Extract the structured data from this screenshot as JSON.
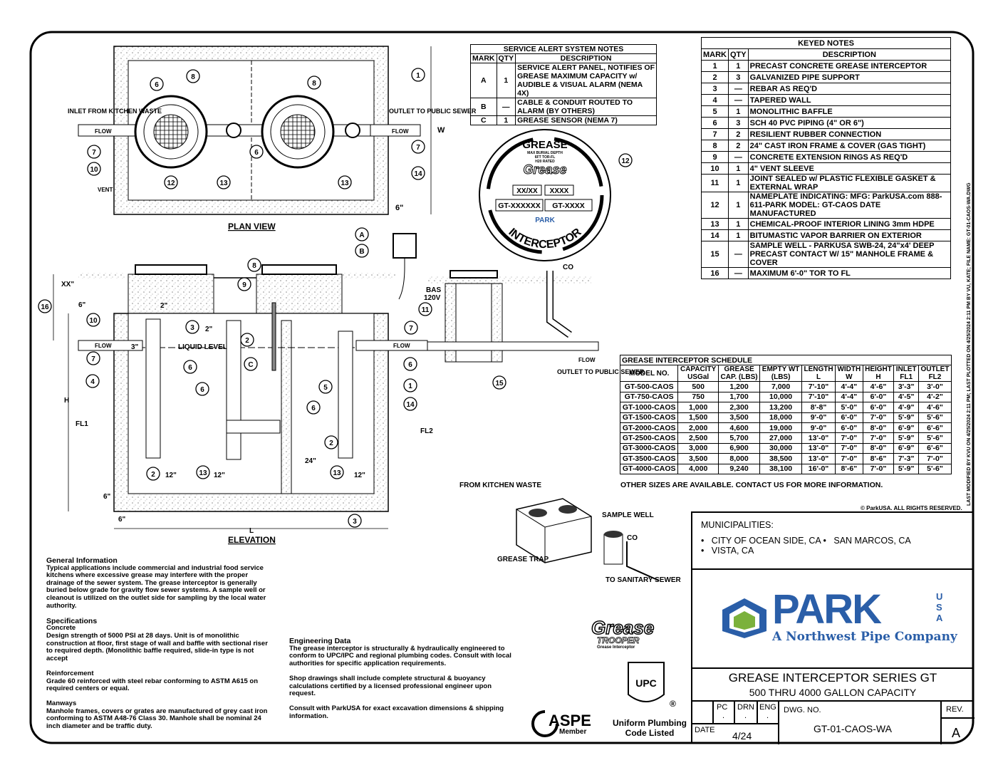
{
  "keyed_notes": {
    "title": "KEYED NOTES",
    "headers": [
      "MARK",
      "QTY",
      "DESCRIPTION"
    ],
    "rows": [
      [
        "1",
        "1",
        "PRECAST CONCRETE GREASE INTERCEPTOR"
      ],
      [
        "2",
        "3",
        "GALVANIZED PIPE SUPPORT"
      ],
      [
        "3",
        "—",
        "REBAR AS REQ'D"
      ],
      [
        "4",
        "—",
        "TAPERED WALL"
      ],
      [
        "5",
        "1",
        "MONOLITHIC BAFFLE"
      ],
      [
        "6",
        "3",
        "SCH 40 PVC PIPING (4\" OR 6\")"
      ],
      [
        "7",
        "2",
        "RESILIENT RUBBER CONNECTION"
      ],
      [
        "8",
        "2",
        "24\" CAST IRON FRAME & COVER (GAS TIGHT)"
      ],
      [
        "9",
        "—",
        "CONCRETE EXTENSION RINGS AS REQ'D"
      ],
      [
        "10",
        "1",
        "4\" VENT SLEEVE"
      ],
      [
        "11",
        "1",
        "JOINT SEALED w/ PLASTIC FLEXIBLE GASKET & EXTERNAL WRAP"
      ],
      [
        "12",
        "1",
        "NAMEPLATE INDICATING: MFG: ParkUSA.com 888-611-PARK MODEL: GT-CAOS DATE MANUFACTURED"
      ],
      [
        "13",
        "1",
        "CHEMICAL-PROOF INTERIOR LINING 3mm HDPE"
      ],
      [
        "14",
        "1",
        "BITUMASTIC VAPOR BARRIER ON EXTERIOR"
      ],
      [
        "15",
        "—",
        "SAMPLE WELL - PARKUSA SWB-24, 24\"x4' DEEP PRECAST CONTACT W/ 15\" MANHOLE FRAME & COVER"
      ],
      [
        "16",
        "—",
        "MAXIMUM 6'-0\" TOR TO FL"
      ]
    ]
  },
  "service_alert": {
    "title": "SERVICE ALERT SYSTEM NOTES",
    "headers": [
      "MARK",
      "QTY",
      "DESCRIPTION"
    ],
    "rows": [
      [
        "A",
        "1",
        "SERVICE ALERT PANEL, NOTIFIES OF GREASE MAXIMUM CAPACITY w/ AUDIBLE & VISUAL ALARM (NEMA 4X)"
      ],
      [
        "B",
        "—",
        "CABLE & CONDUIT ROUTED TO ALARM (BY OTHERS)"
      ],
      [
        "C",
        "1",
        "GREASE SENSOR (NEMA 7)"
      ]
    ]
  },
  "schedule": {
    "title": "GREASE INTERCEPTOR SCHEDULE",
    "headers": [
      [
        "MODEL NO.",
        ""
      ],
      [
        "CAPACITY",
        "USGal"
      ],
      [
        "GREASE",
        "CAP. (LBS)"
      ],
      [
        "EMPTY WT",
        "(LBS)"
      ],
      [
        "LENGTH",
        "L"
      ],
      [
        "WIDTH",
        "W"
      ],
      [
        "HEIGHT",
        "H"
      ],
      [
        "INLET",
        "FL1"
      ],
      [
        "OUTLET",
        "FL2"
      ]
    ],
    "rows": [
      [
        "GT-500-CAOS",
        "500",
        "1,200",
        "7,000",
        "7'-10\"",
        "4'-4\"",
        "4'-6\"",
        "3'-3\"",
        "3'-0\""
      ],
      [
        "GT-750-CAOS",
        "750",
        "1,700",
        "10,000",
        "7'-10\"",
        "4'-4\"",
        "6'-0\"",
        "4'-5\"",
        "4'-2\""
      ],
      [
        "GT-1000-CAOS",
        "1,000",
        "2,300",
        "13,200",
        "8'-8\"",
        "5'-0\"",
        "6'-0\"",
        "4'-9\"",
        "4'-6\""
      ],
      [
        "GT-1500-CAOS",
        "1,500",
        "3,500",
        "18,000",
        "9'-0\"",
        "6'-0\"",
        "7'-0\"",
        "5'-9\"",
        "5'-6\""
      ],
      [
        "GT-2000-CAOS",
        "2,000",
        "4,600",
        "19,000",
        "9'-0\"",
        "6'-0\"",
        "8'-0\"",
        "6'-9\"",
        "6'-6\""
      ],
      [
        "GT-2500-CAOS",
        "2,500",
        "5,700",
        "27,000",
        "13'-0\"",
        "7'-0\"",
        "7'-0\"",
        "5'-9\"",
        "5'-6\""
      ],
      [
        "GT-3000-CAOS",
        "3,000",
        "6,900",
        "30,000",
        "13'-0\"",
        "7'-0\"",
        "8'-0\"",
        "6'-9\"",
        "6'-6\""
      ],
      [
        "GT-3500-CAOS",
        "3,500",
        "8,000",
        "38,500",
        "13'-0\"",
        "7'-0\"",
        "8'-6\"",
        "7'-3\"",
        "7'-0\""
      ],
      [
        "GT-4000-CAOS",
        "4,000",
        "9,240",
        "38,100",
        "16'-0\"",
        "8'-6\"",
        "7'-0\"",
        "5'-9\"",
        "5'-6\""
      ]
    ],
    "footnote": "OTHER SIZES ARE AVAILABLE. CONTACT US FOR MORE INFORMATION."
  },
  "copyright": "© ParkUSA. ALL RIGHTS RESERVED.",
  "side_note": "LAST MODIFIED BY KVU ON 4/25/2024 2:11 PM; LAST PLOTTED ON 4/25/2024 2:11 PM BY VU, KATE; FILE NAME: GT-01-CAOS-WA.DWG",
  "plan": {
    "title": "PLAN VIEW",
    "inlet": "INLET FROM KITCHEN WASTE",
    "outlet": "OUTLET TO PUBLIC SEWER",
    "vent": "VENT",
    "w": "W",
    "dim6": "6\"",
    "flow": "FLOW",
    "callouts": [
      "1",
      "6",
      "8",
      "8",
      "6",
      "7",
      "7",
      "10",
      "12",
      "13",
      "13",
      "14"
    ]
  },
  "nameplate": {
    "top": "GREASE",
    "bottom": "INTERCEPTOR",
    "lines": [
      "MAX BURIAL DEPTH",
      "6FT TOR-FL",
      "H20 RATED"
    ],
    "date": "XX/XX",
    "capacity": "XXXX",
    "serial": "GT-XXXXXX",
    "model": "GT-XXXX",
    "callout": "12"
  },
  "alarm": {
    "a": "A",
    "b": "B",
    "bas": "BAS",
    "volt": "120V"
  },
  "elevation": {
    "title": "ELEVATION",
    "liquid_level": "LIQUID LEVEL",
    "xx": "XX\"",
    "h": "H",
    "fl1": "FL1",
    "fl2": "FL2",
    "l": "L",
    "d6a": "6\"",
    "d2a": "2\"",
    "d2b": "2\"",
    "d3": "3\"",
    "d24": "24\"",
    "d12a": "12\"",
    "d12b": "12\"",
    "d12c": "12\"",
    "d6b": "6\"",
    "d6c": "6\"",
    "flow": "FLOW",
    "callouts": [
      "8",
      "9",
      "16",
      "10",
      "11",
      "3",
      "2",
      "7",
      "7",
      "6",
      "C",
      "4",
      "6",
      "1",
      "5",
      "6",
      "6",
      "14",
      "2",
      "13",
      "2",
      "13",
      "3"
    ]
  },
  "sample_well": {
    "co": "CO",
    "outlet": "OUTLET TO PUBLIC SEWER",
    "flow": "FLOW",
    "callout": "15"
  },
  "iso": {
    "from": "FROM KITCHEN WASTE",
    "sample": "SAMPLE WELL",
    "co": "CO",
    "trap": "GREASE TRAP",
    "to": "TO SANITARY SEWER"
  },
  "notes": {
    "gen_h": "General Information",
    "gen": "Typical applications include commercial and industrial food service kitchens where excessive grease may interfere with the proper drainage of the sewer system. The grease interceptor is generally buried below grade for gravity flow sewer systems. A sample well or cleanout is utilized on the outlet side for sampling by the local water authority.",
    "spec_h": "Specifications",
    "conc_h": "Concrete",
    "conc": "Design strength of 5000 PSI at 28 days. Unit is of monolithic construction at floor, first stage of wall and baffle with sectional riser to required depth. (Monolithic baffle required, slide-in type is not accept",
    "reinf_h": "Reinforcement",
    "reinf": "Grade 60 reinforced with steel rebar conforming to ASTM A615 on required centers or equal.",
    "man_h": "Manways",
    "man": "Manhole frames, covers or grates are manufactured of grey cast iron conforming to ASTM A48-76 Class 30. Manhole shall be nominal 24 inch diameter and be traffic duty.",
    "eng_h": "Engineering Data",
    "eng1": "The grease interceptor is structurally & hydraulically engineered to conform to UPC/IPC and regional plumbing codes. Consult with local authorities for specific application requirements.",
    "eng2": "Shop drawings shall include complete structural & buoyancy calculations certified by a licensed professional engineer upon request.",
    "eng3": "Consult with ParkUSA for exact excavation dimensions & shipping information."
  },
  "logos": {
    "grease": "Grease",
    "trooper": "TROOPER",
    "interceptor": "Grease Interceptor",
    "aspe": "ASPE",
    "aspe_member": "Member",
    "upc": "UPC",
    "upc1": "Uniform Plumbing",
    "upc2": "Code Listed"
  },
  "title_block": {
    "muni_label": "MUNICIPALITIES:",
    "munis": [
      "CITY OF OCEAN SIDE, CA",
      "SAN MARCOS, CA",
      "VISTA, CA"
    ],
    "park": "PARK",
    "usa": "USA",
    "tagline": "A Northwest Pipe Company",
    "brand_blue": "#2a5ea8",
    "brand_green": "#7bb13c",
    "title1": "GREASE INTERCEPTOR SERIES GT",
    "title2": "500 THRU 4000 GALLON CAPACITY",
    "pc": "PC",
    "drn": "DRN",
    "eng": "ENG",
    "dot": ".",
    "date_label": "DATE",
    "date": "4/24",
    "dwg_label": "DWG. NO.",
    "dwg": "GT-01-CAOS-WA",
    "rev_label": "REV.",
    "rev": "A"
  }
}
